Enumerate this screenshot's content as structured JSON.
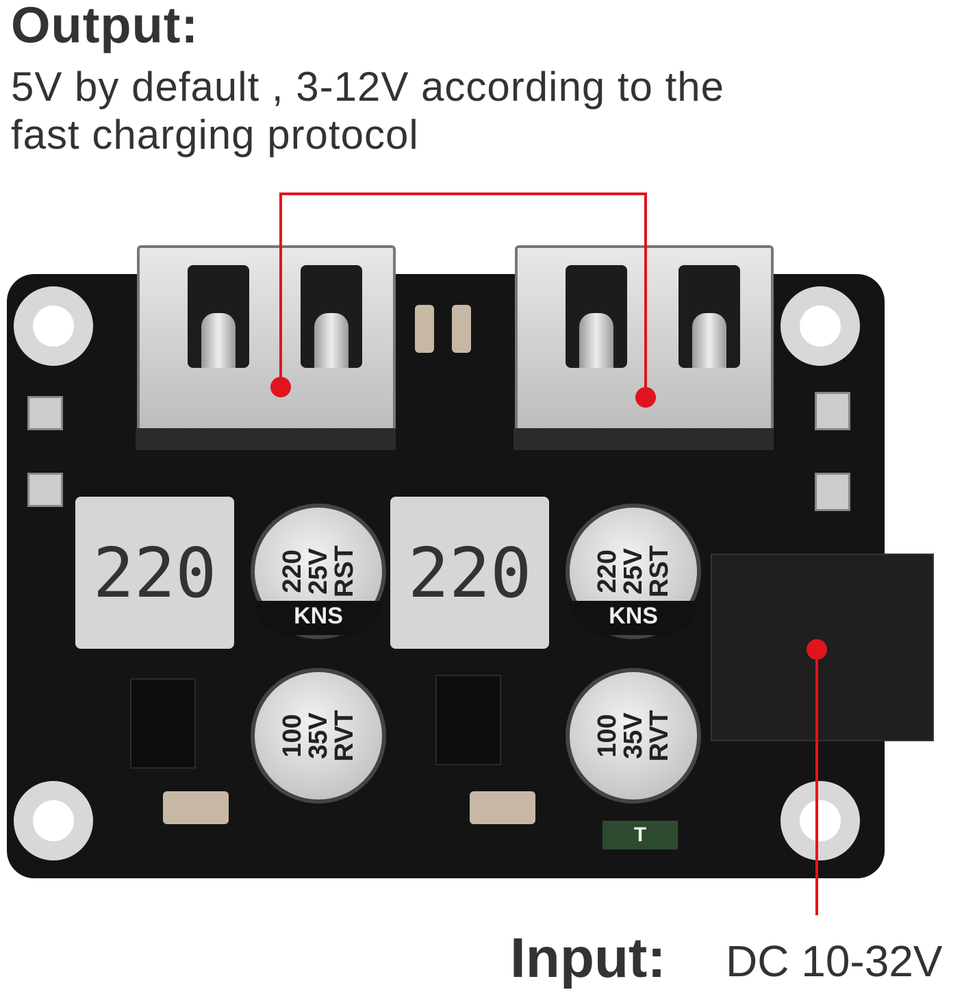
{
  "header": {
    "title": "Output:",
    "subtitle_line1": "5V by default , 3-12V according to the",
    "subtitle_line2": "fast charging protocol"
  },
  "footer": {
    "input_label": "Input:",
    "input_value": "DC 10-32V"
  },
  "board": {
    "inductor_left": "220",
    "inductor_right": "220",
    "cap_top_left": "220\n25V\nRST",
    "cap_top_left_brand": "KNS",
    "cap_top_right": "220\n25V\nRST",
    "cap_top_right_brand": "KNS",
    "cap_bottom_left": "100\n35V\nRVT",
    "cap_bottom_right": "100\n35V\nRVT",
    "fuse_label": "T"
  },
  "colors": {
    "accent": "#e0141e",
    "pcb": "#141414"
  }
}
